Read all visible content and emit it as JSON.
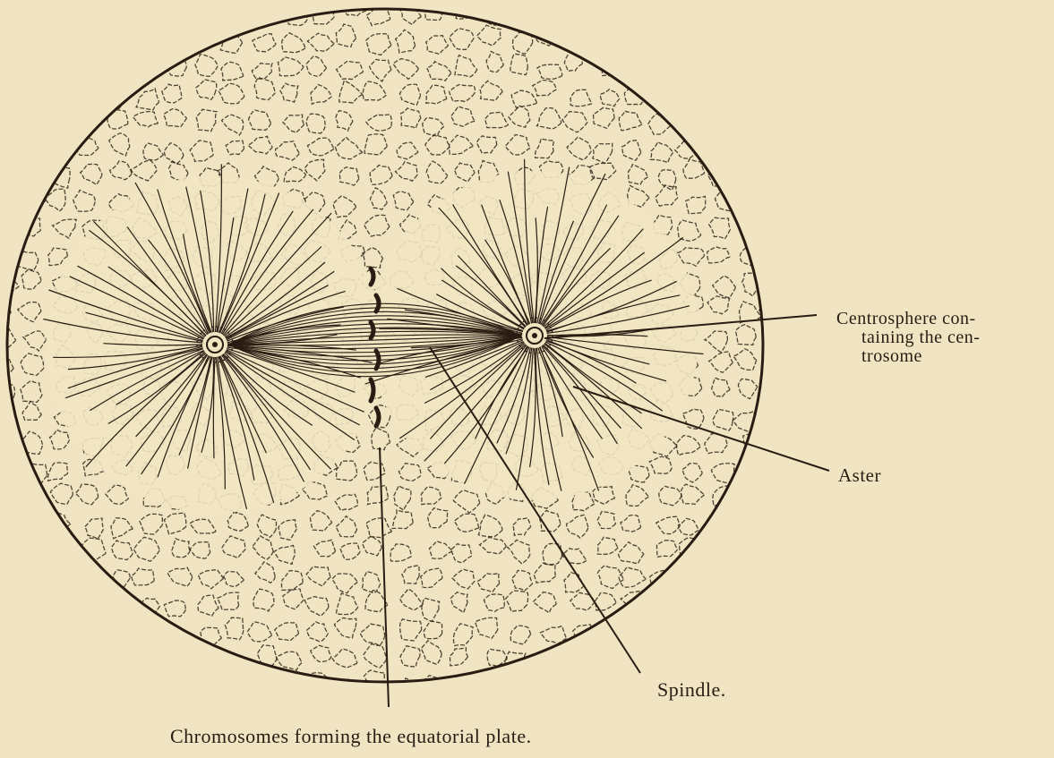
{
  "figure": {
    "background_color": "#f1e4c2",
    "ink_color": "#2a1c12",
    "labels": {
      "centrosphere": [
        "Centrosphere con-",
        "taining the cen-",
        "trosome"
      ],
      "aster": "Aster",
      "spindle": "Spindle.",
      "chromosomes": "Chromosomes forming the equatorial plate."
    }
  }
}
